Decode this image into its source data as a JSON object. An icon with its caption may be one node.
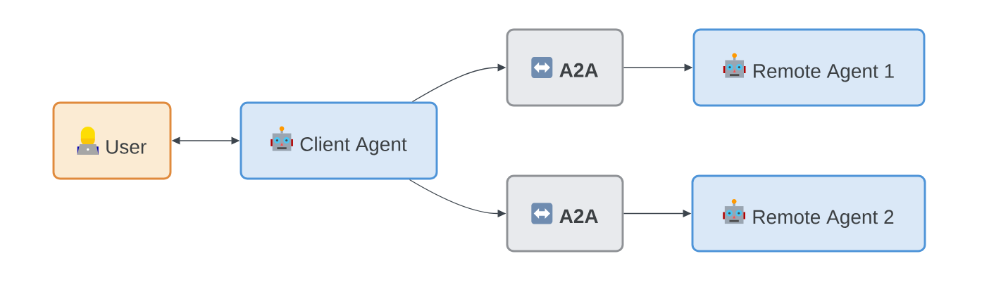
{
  "diagram": {
    "nodes": [
      {
        "text": [
          "User"
        ]
      },
      {
        "text": [
          "Client Agent"
        ]
      },
      {
        "text": [
          "A2A"
        ]
      },
      {
        "text": [
          "Remote Agent 1"
        ]
      },
      {
        "text": [
          "A2A"
        ]
      },
      {
        "text": [
          "Remote Agent 2"
        ]
      }
    ],
    "edges": [
      {
        "from": 0,
        "to": 1,
        "arrow": "both"
      },
      {
        "from": 1,
        "to": 2,
        "arrow": "to"
      },
      {
        "from": 2,
        "to": 3,
        "arrow": "to"
      },
      {
        "from": 1,
        "to": 4,
        "arrow": "to"
      },
      {
        "from": 4,
        "to": 5,
        "arrow": "to"
      }
    ]
  }
}
